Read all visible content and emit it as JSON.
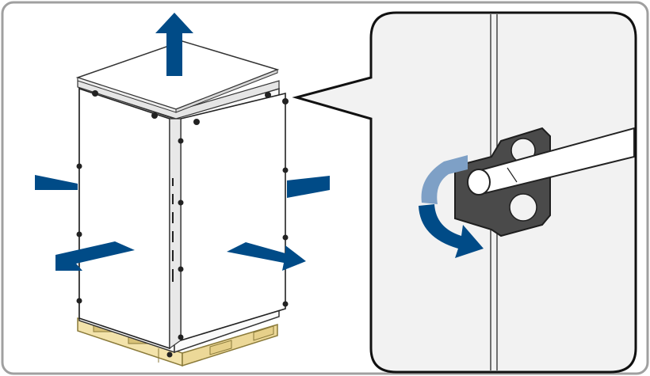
{
  "colors": {
    "frame": "#a0a0a0",
    "arrow_blue": "#004b87",
    "arrow_light_blue": "#7ea0c6",
    "pallet_wood": "#f3e3ab",
    "pallet_stroke": "#8a7a3a",
    "panel_fill": "#ffffff",
    "panel_side": "#f0f0f0",
    "panel_stroke": "#333333",
    "hinge_gray": "#4a4a4a",
    "tool_shaft": "#ffffff"
  },
  "icons": {
    "lift": "arrow-up-icon",
    "remove_left": "arrow-left-icon",
    "remove_right": "arrow-right-icon",
    "rotate": "rotate-arrow-icon",
    "bracket": "bracket-icon",
    "lever": "lever-tool-icon"
  },
  "steps": [
    {
      "action": "remove-top-panel",
      "direction": "up"
    },
    {
      "action": "remove-side-panels",
      "direction": "outward"
    },
    {
      "action": "turn-bracket-with-tool",
      "direction": "clockwise"
    }
  ]
}
